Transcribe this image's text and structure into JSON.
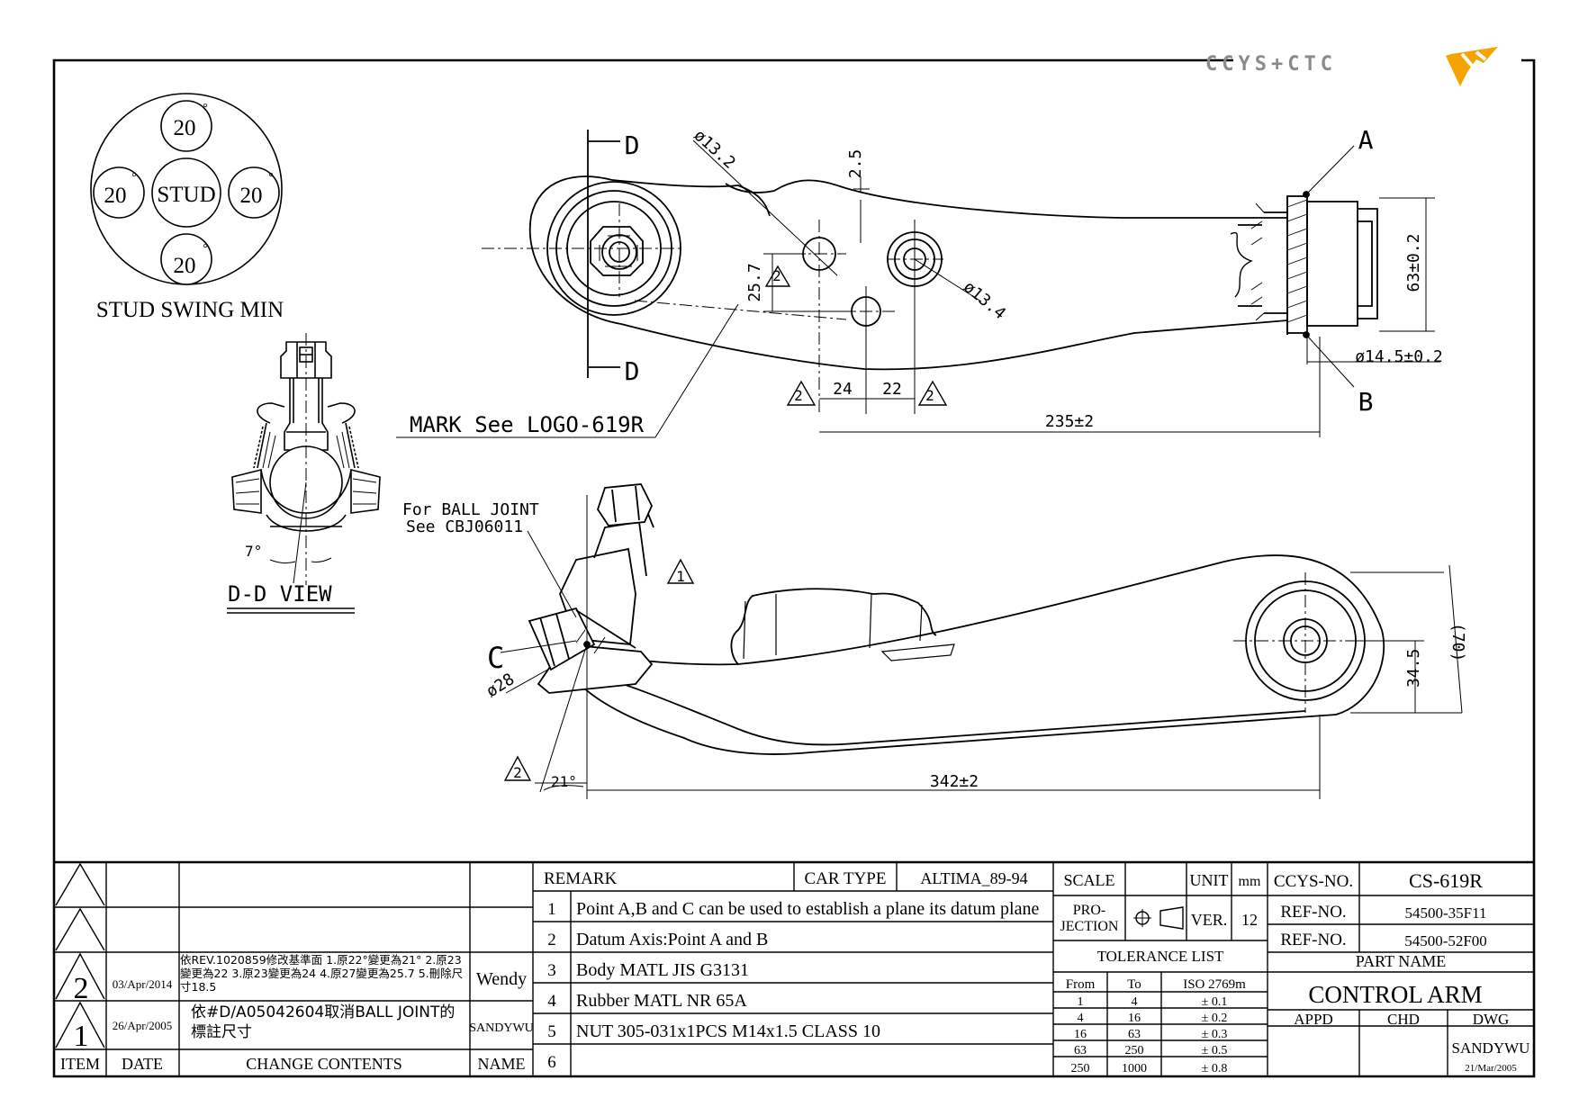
{
  "logo": {
    "text": "CCYS+CTC",
    "accent_color": "#f5a300",
    "gray_color": "#8a8a8a"
  },
  "stud_swing": {
    "center": "STUD",
    "angle_top": "20",
    "angle_left": "20",
    "angle_right": "20",
    "angle_bottom": "20",
    "degree": "°",
    "caption": "STUD SWING MIN"
  },
  "dd_view": {
    "angle": "7°",
    "caption": "D-D VIEW"
  },
  "top_view": {
    "section_top": "D",
    "section_bottom": "D",
    "dia_13_2": "ø13.2",
    "dim_2_5": "2.5",
    "dim_25_7": "25.7",
    "dia_13_4": "ø13.4",
    "point_a": "A",
    "point_b": "B",
    "dim_63": "63±0.2",
    "dia_14_5": "ø14.5±0.2",
    "dim_24": "24",
    "dim_22": "22",
    "dim_235": "235±2",
    "tri_2": "2",
    "mark_note": "MARK See LOGO-619R"
  },
  "side_view": {
    "ball_joint_note_1": "For BALL JOINT",
    "ball_joint_note_2": "See CBJ06011",
    "tri_1": "1",
    "point_c": "C",
    "dia_28": "ø28",
    "dim_70": "(70)",
    "dim_34_5": "34.5",
    "tri_2": "2",
    "angle_21": "21°",
    "dim_342": "342±2"
  },
  "title_block": {
    "revisions": [
      {
        "item": "2",
        "date": "03/Apr/2014",
        "change": "依REV.1020859修改基準面 1.原22°變更為21° 2.原23變更為22 3.原23變更為24 4.原27變更為25.7 5.刪除尺寸18.5",
        "name": "Wendy"
      },
      {
        "item": "1",
        "date": "26/Apr/2005",
        "change": "依#D/A05042604取消BALL JOINT的標註尺寸",
        "name": "SANDYWU"
      }
    ],
    "head_item": "ITEM",
    "head_date": "DATE",
    "head_change": "CHANGE CONTENTS",
    "head_name": "NAME",
    "remark_label": "REMARK",
    "car_type_label": "CAR TYPE",
    "car_type": "ALTIMA_89-94",
    "remarks": [
      {
        "no": "1",
        "text": "Point A,B and C can be used to establish a plane its datum plane"
      },
      {
        "no": "2",
        "text": "Datum Axis:Point A and B"
      },
      {
        "no": "3",
        "text": "Body MATL JIS G3131"
      },
      {
        "no": "4",
        "text": "Rubber MATL NR 65A"
      },
      {
        "no": "5",
        "text": "NUT 305-031x1PCS M14x1.5 CLASS 10"
      },
      {
        "no": "6",
        "text": ""
      }
    ],
    "scale_label": "SCALE",
    "unit_label": "UNIT",
    "unit": "mm",
    "projection_label_1": "PRO-",
    "projection_label_2": "JECTION",
    "ver_label": "VER.",
    "ver": "12",
    "tolerance_title": "TOLERANCE LIST",
    "tol_from": "From",
    "tol_to": "To",
    "tol_iso": "ISO 2769m",
    "tolerances": [
      {
        "from": "1",
        "to": "4",
        "tol": "± 0.1"
      },
      {
        "from": "4",
        "to": "16",
        "tol": "± 0.2"
      },
      {
        "from": "16",
        "to": "63",
        "tol": "± 0.3"
      },
      {
        "from": "63",
        "to": "250",
        "tol": "± 0.5"
      },
      {
        "from": "250",
        "to": "1000",
        "tol": "± 0.8"
      }
    ],
    "ccys_no_label": "CCYS-NO.",
    "ccys_no": "CS-619R",
    "ref_no_label": "REF-NO.",
    "ref_no_1": "54500-35F11",
    "ref_no_2": "54500-52F00",
    "part_name_label": "PART NAME",
    "part_name": "CONTROL ARM",
    "appd_label": "APPD",
    "chd_label": "CHD",
    "dwg_label": "DWG",
    "dwg_by": "SANDYWU",
    "dwg_date": "21/Mar/2005"
  }
}
